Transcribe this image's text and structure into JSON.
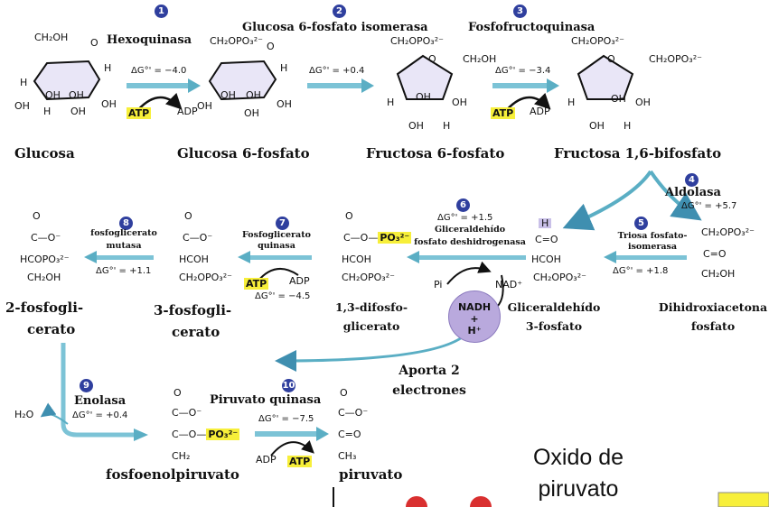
{
  "steps": [
    {
      "num": "1",
      "enzyme": "Hexoquinasa",
      "dg": "ΔG°' = −4.0",
      "cofactor_in": "ATP",
      "cofactor_out": "ADP"
    },
    {
      "num": "2",
      "enzyme": "Glucosa 6-fosfato isomerasa",
      "dg": "ΔG°' = +0.4"
    },
    {
      "num": "3",
      "enzyme": "Fosfofructoquinasa",
      "dg": "ΔG°' = −3.4",
      "cofactor_in": "ATP",
      "cofactor_out": "ADP"
    },
    {
      "num": "4",
      "enzyme": "Aldolasa",
      "dg": "ΔG°' = +5.7"
    },
    {
      "num": "5",
      "enzyme_line1": "Triosa fosfato-",
      "enzyme_line2": "isomerasa",
      "dg": "ΔG°' = +1.8"
    },
    {
      "num": "6",
      "dg": "ΔG°' = +1.5",
      "enzyme_line1": "Gliceraldehído",
      "enzyme_line2": "fosfato deshidrogenasa",
      "pi": "Pi",
      "nad": "NAD⁺"
    },
    {
      "num": "7",
      "enzyme_line1": "Fosfoglicerato",
      "enzyme_line2": "quinasa",
      "dg": "ΔG°' = −4.5",
      "cofactor_in": "ADP",
      "cofactor_out": "ATP"
    },
    {
      "num": "8",
      "enzyme_line1": "fosfoglicerato",
      "enzyme_line2": "mutasa",
      "dg": "ΔG°' = +1.1"
    },
    {
      "num": "9",
      "enzyme": "Enolasa",
      "dg": "ΔG°' = +0.4",
      "byproduct": "H₂O"
    },
    {
      "num": "10",
      "enzyme": "Piruvato quinasa",
      "dg": "ΔG°' = −7.5",
      "cofactor_in": "ADP",
      "cofactor_out": "ATP"
    }
  ],
  "compounds": {
    "glucosa": "Glucosa",
    "g6p": "Glucosa 6-fosfato",
    "f6p": "Fructosa 6-fosfato",
    "f16bp": "Fructosa 1,6-bifosfato",
    "dhap_1": "Dihidroxiacetona",
    "dhap_2": "fosfato",
    "g3p_1": "Gliceraldehído",
    "g3p_2": "3-fosfato",
    "bpg_1": "1,3-difosfo-",
    "bpg_2": "glicerato",
    "pg3_1": "3-fosfogli-",
    "pg3_2": "cerato",
    "pg2_1": "2-fosfogli-",
    "pg2_2": "cerato",
    "pep": "fosfoenolpiruvato",
    "pyr": "piruvato"
  },
  "nadh": {
    "line1": "NADH",
    "line2": "+",
    "line3": "H⁺"
  },
  "aporta": {
    "line1": "Aporta 2",
    "line2": "electrones"
  },
  "overlay": {
    "line1": "Oxido de",
    "line2": "piruvato"
  },
  "chem": {
    "ch2oh": "CH₂OH",
    "ch2opo3": "CH₂OPO₃²⁻",
    "coo": "C—O⁻",
    "hcoh": "HCOH",
    "hcopo3": "HCOPO₃²⁻",
    "c_o": "C=O",
    "ch3": "CH₃",
    "ch2": "CH₂",
    "opo3": "C—O—PO₃²⁻",
    "o": "O",
    "h": "H",
    "oh": "OH",
    "po3": "PO₃²⁻",
    "cdouble_o": "C=O"
  },
  "colors": {
    "arrow": "#5aaec4",
    "badge": "#2f3f9e",
    "highlight": "#f7ef3a",
    "nadh": "#b9a9dd"
  }
}
